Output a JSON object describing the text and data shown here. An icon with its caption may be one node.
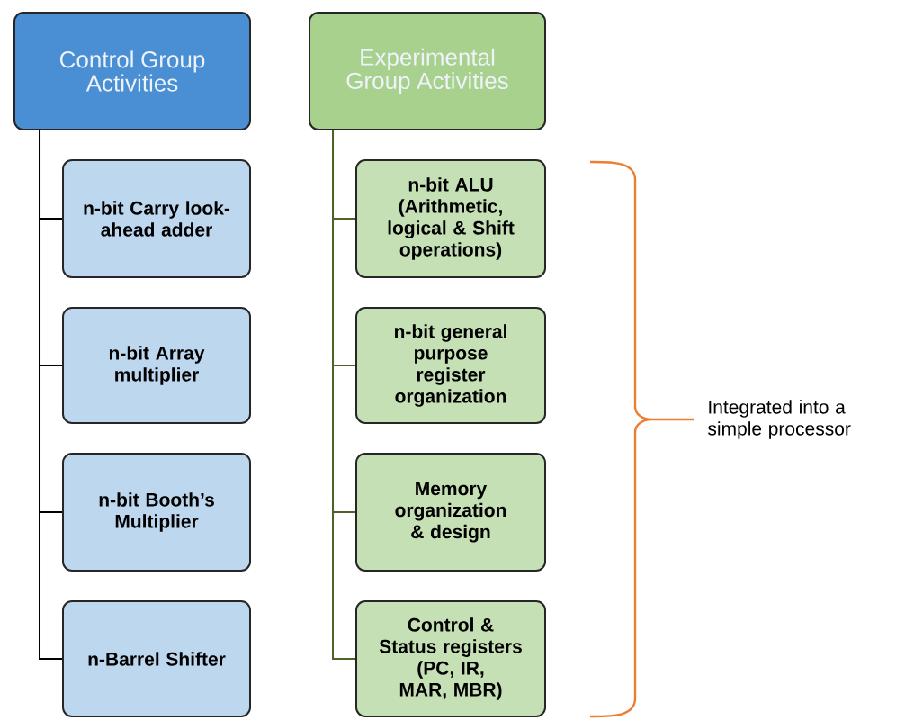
{
  "diagram": {
    "nodes": [
      {
        "text": [
          "Control Group Activities"
        ]
      },
      {
        "text": [
          "n-bit Carry look-ahead adder"
        ]
      },
      {
        "text": [
          "n-bit Array multiplier"
        ]
      },
      {
        "text": [
          "n-bit Booth’s Multiplier"
        ]
      },
      {
        "text": [
          "n-Barrel Shifter"
        ]
      },
      {
        "text": [
          "Experimental Group Activities"
        ]
      },
      {
        "text": [
          "n-bit ALU (Arithmetic, logical & Shift operations)"
        ]
      },
      {
        "text": [
          "n-bit general purpose register organization"
        ]
      },
      {
        "text": [
          "Memory organization & design"
        ]
      },
      {
        "text": [
          "Control & Status registers (PC, IR, MAR, MBR)"
        ]
      }
    ],
    "edges": [
      {
        "from": 0,
        "to": 1,
        "arrow": "none"
      },
      {
        "from": 0,
        "to": 2,
        "arrow": "none"
      },
      {
        "from": 0,
        "to": 3,
        "arrow": "none"
      },
      {
        "from": 0,
        "to": 4,
        "arrow": "none"
      },
      {
        "from": 5,
        "to": 6,
        "arrow": "none",
        "color": "#4f6228"
      },
      {
        "from": 5,
        "to": 7,
        "arrow": "none",
        "color": "#4f6228"
      },
      {
        "from": 5,
        "to": 8,
        "arrow": "none",
        "color": "#4f6228"
      },
      {
        "from": 5,
        "to": 9,
        "arrow": "none",
        "color": "#4f6228"
      }
    ],
    "labels": [
      "Integrated into a simple processor"
    ]
  }
}
